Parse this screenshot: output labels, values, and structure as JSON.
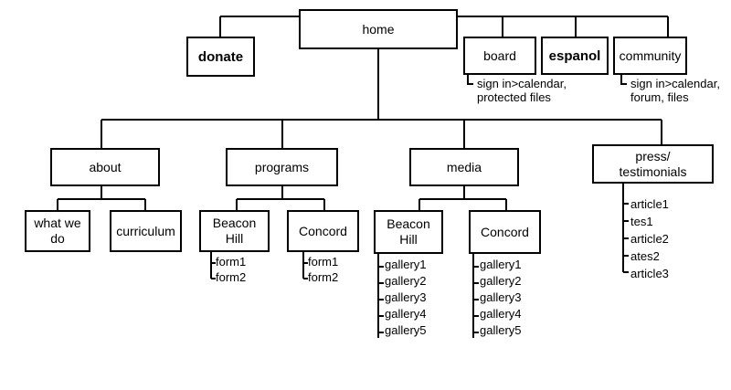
{
  "top": {
    "home": "home",
    "donate": "donate",
    "board": "board",
    "board_note": "sign in>calendar,\nprotected files",
    "espanol": "espanol",
    "community": "community",
    "community_note": "sign in>calendar,\nforum, files"
  },
  "sections": {
    "about": {
      "label": "about",
      "children": [
        "what we\ndo",
        "curriculum"
      ]
    },
    "programs": {
      "label": "programs",
      "children": [
        "Beacon\nHill",
        "Concord"
      ],
      "beacon_hill_items": [
        "form1",
        "form2"
      ],
      "concord_items": [
        "form1",
        "form2"
      ]
    },
    "media": {
      "label": "media",
      "children": [
        "Beacon\nHill",
        "Concord"
      ],
      "beacon_hill_items": [
        "gallery1",
        "gallery2",
        "gallery3",
        "gallery4",
        "gallery5"
      ],
      "concord_items": [
        "gallery1",
        "gallery2",
        "gallery3",
        "gallery4",
        "gallery5"
      ]
    },
    "press": {
      "label": "press/\ntestimonials",
      "items": [
        "article1",
        "tes1",
        "article2",
        "ates2",
        "article3"
      ]
    }
  }
}
